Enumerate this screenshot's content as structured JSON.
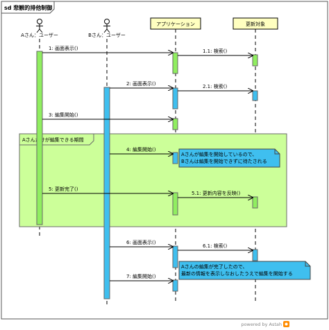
{
  "diagram": {
    "frame_label": "sd 悲観的排他制御",
    "actors": [
      {
        "name": "Aさん：ユーザー"
      },
      {
        "name": "Bさん：ユーザー"
      }
    ],
    "objects": [
      {
        "name": "アプリケーション"
      },
      {
        "name": "更新対象"
      }
    ],
    "messages": [
      {
        "label": "1: 画面表示()"
      },
      {
        "label": "1.1: 検索()"
      },
      {
        "label": "2: 画面表示()"
      },
      {
        "label": "2.1: 検索()"
      },
      {
        "label": "3: 編集開始()"
      },
      {
        "label": "4: 編集開始()"
      },
      {
        "label": "5: 更新完了()"
      },
      {
        "label": "5.1: 更新内容を反映()"
      },
      {
        "label": "6: 画面表示()"
      },
      {
        "label": "6.1: 検索()"
      },
      {
        "label": "7: 編集開始()"
      }
    ],
    "fragment_label": "Aさんだけが編集できる期間",
    "notes": [
      {
        "lines": [
          "Aさんが編集を開始しているので、",
          "Bさんは編集を開始できずに待たされる"
        ]
      },
      {
        "lines": [
          "Aさんの編集が完了したので、",
          "最新の情報を表示しなおしたうえで編集を開始する"
        ]
      }
    ],
    "colors": {
      "actor_a": "#90ee60",
      "actor_b": "#3fbfef",
      "object_fill": "#ffffc0",
      "fragment_fill": "#ccff99",
      "note_fill": "#3fbfef",
      "accent": "#ff8c00"
    }
  },
  "footer": {
    "text": "powered by Astah"
  }
}
